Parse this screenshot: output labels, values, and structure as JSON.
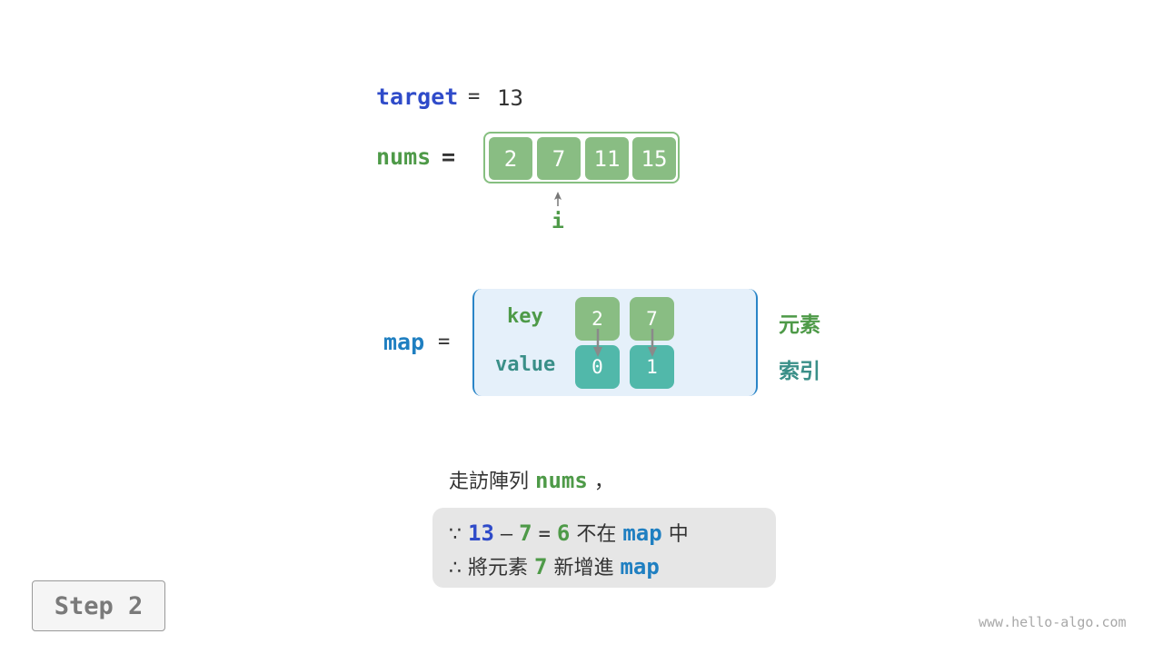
{
  "target": {
    "keyword": "target",
    "equals": "=",
    "value": "13"
  },
  "nums": {
    "keyword": "nums",
    "equals": "=",
    "values": [
      "2",
      "7",
      "11",
      "15"
    ]
  },
  "pointer": {
    "label": "i",
    "index": 1
  },
  "map": {
    "keyword": "map",
    "equals": "=",
    "key_label": "key",
    "value_label": "value",
    "entries": [
      {
        "key": "2",
        "value": "0"
      },
      {
        "key": "7",
        "value": "1"
      }
    ],
    "legend_key": "元素",
    "legend_value": "索引"
  },
  "description": {
    "line1_prefix": "走訪陣列",
    "line1_var": "nums",
    "line1_suffix": "，",
    "row1": {
      "symbol": "∵",
      "a": "13",
      "op_minus": "–",
      "b": "7",
      "op_eq": "=",
      "c": "6",
      "text1": "不在",
      "map": "map",
      "text2": "中"
    },
    "row2": {
      "symbol": "∴",
      "text1": "將元素",
      "b": "7",
      "text2": "新增進",
      "map": "map"
    }
  },
  "step_button": {
    "label": "Step 2"
  },
  "watermark": "www.hello-algo.com",
  "colors": {
    "green": "#89bd83",
    "teal": "#51b8aa",
    "blue_keyword": "#2f4bc9",
    "map_blue": "#1f7fc1",
    "map_bg": "#e5f0fa"
  }
}
